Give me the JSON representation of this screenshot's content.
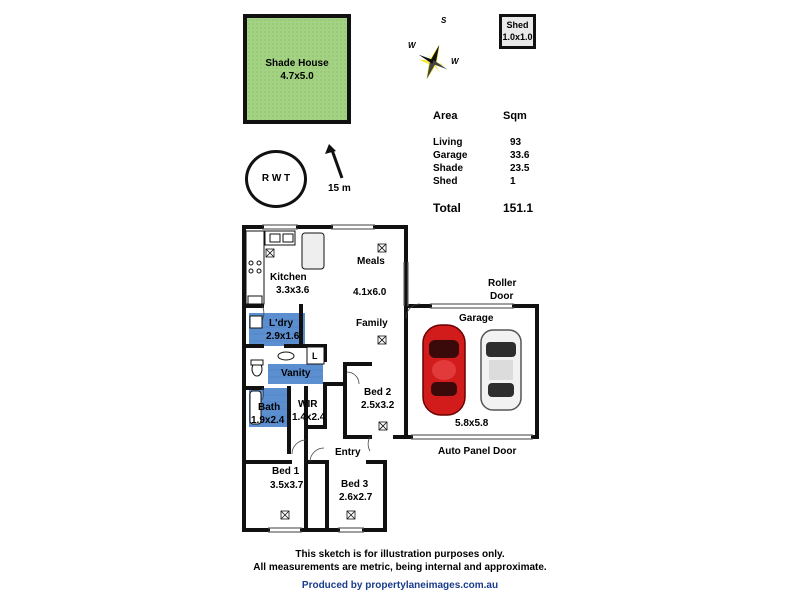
{
  "shade_house": {
    "name": "Shade House",
    "size": "4.7x5.0"
  },
  "shed": {
    "name": "Shed",
    "size": "1.0x1.0"
  },
  "compass": {
    "south": "S",
    "west": "W"
  },
  "rwt": "R W T",
  "scale": "15 m",
  "area_table": {
    "header_area": "Area",
    "header_sqm": "Sqm",
    "rows": [
      {
        "name": "Living",
        "sqm": "93"
      },
      {
        "name": "Garage",
        "sqm": "33.6"
      },
      {
        "name": "Shade",
        "sqm": "23.5"
      },
      {
        "name": "Shed",
        "sqm": "1"
      }
    ],
    "total_label": "Total",
    "total_value": "151.1"
  },
  "rooms": {
    "kitchen": {
      "name": "Kitchen",
      "size": "3.3x3.6"
    },
    "meals": {
      "name": "Meals"
    },
    "meals_family_size": "4.1x6.0",
    "family": {
      "name": "Family"
    },
    "laundry": {
      "name": "L'dry",
      "size": "2.9x1.6"
    },
    "vanity": {
      "name": "Vanity"
    },
    "linen": "L",
    "bath": {
      "name": "Bath",
      "size": "1.9x2.4"
    },
    "wir": {
      "name": "WIR",
      "size": "1.4x2.4"
    },
    "bed2": {
      "name": "Bed 2",
      "size": "2.5x3.2"
    },
    "garage": {
      "name": "Garage",
      "size": "5.8x5.8"
    },
    "roller_door": {
      "line1": "Roller",
      "line2": "Door"
    },
    "auto_panel_door": "Auto Panel Door",
    "entry": "Entry",
    "bed1": {
      "name": "Bed 1",
      "size": "3.5x3.7"
    },
    "bed3": {
      "name": "Bed 3",
      "size": "2.6x2.7"
    }
  },
  "footer": {
    "line1": "This sketch is for illustration purposes only.",
    "line2": "All measurements are metric, being internal and approximate.",
    "credit": "Produced by propertylaneimages.com.au"
  },
  "colors": {
    "shade_house_fill": "#9acd7a",
    "wet_area_fill": "#5b8fd0",
    "wall": "#111111",
    "car_red": "#d21c1c",
    "car_white": "#f2f2f2",
    "credit": "#1a3c8c",
    "compass_glow": "#f5e400"
  }
}
